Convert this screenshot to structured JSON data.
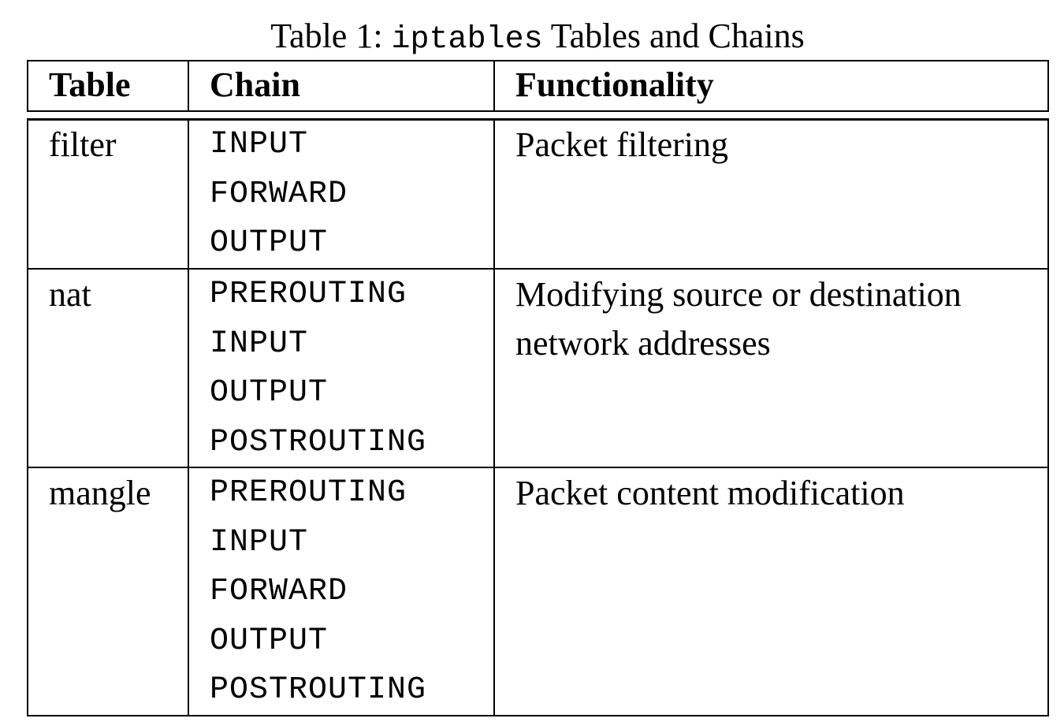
{
  "caption": {
    "prefix": "Table 1: ",
    "code": "iptables",
    "suffix": " Tables and Chains"
  },
  "header": {
    "table": "Table",
    "chain": "Chain",
    "functionality": "Functionality"
  },
  "rows": [
    {
      "table": "filter",
      "chains": [
        "INPUT",
        "FORWARD",
        "OUTPUT"
      ],
      "functionality": [
        "Packet filtering"
      ]
    },
    {
      "table": "nat",
      "chains": [
        "PREROUTING",
        "INPUT",
        "OUTPUT",
        "POSTROUTING"
      ],
      "functionality": [
        "Modifying source or destination",
        "network addresses"
      ]
    },
    {
      "table": "mangle",
      "chains": [
        "PREROUTING",
        "INPUT",
        "FORWARD",
        "OUTPUT",
        "POSTROUTING"
      ],
      "functionality": [
        "Packet content modification"
      ]
    }
  ]
}
